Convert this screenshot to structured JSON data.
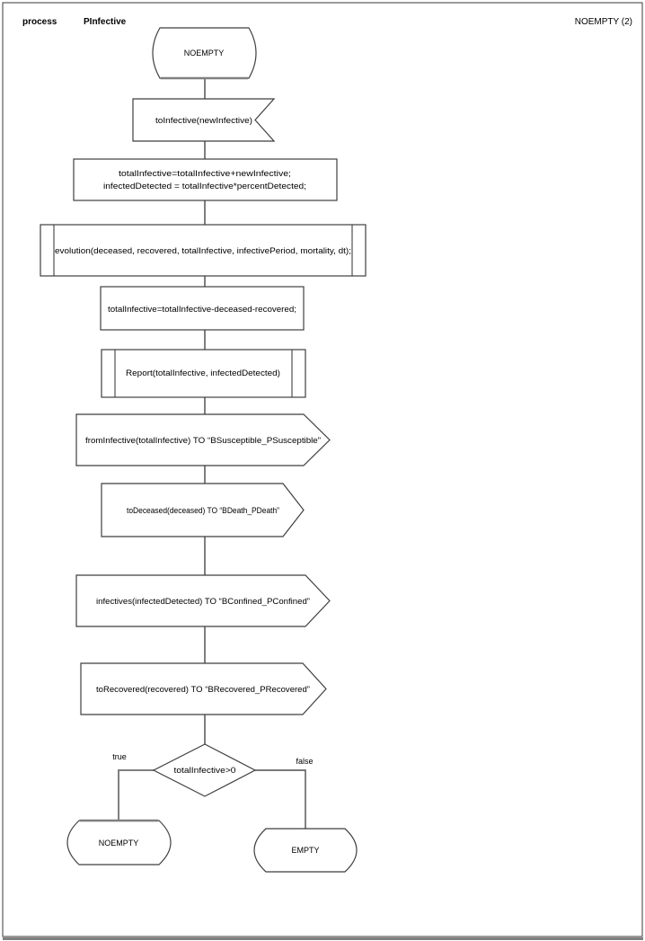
{
  "header": {
    "kind": "process",
    "process_name": "PInfective",
    "state_ref": "NOEMPTY (2)"
  },
  "nodes": {
    "start_state": "NOEMPTY",
    "receive_signal": "toInfective(newInfective)",
    "assign_line1": "totalInfective=totalInfective+newInfective;",
    "assign_line2": "infectedDetected = totalInfective*percentDetected;",
    "procedure_evolution": "evolution(deceased, recovered, totalInfective, infectivePeriod, mortality, dt);",
    "assign_update": "totalInfective=totalInfective-deceased-recovered;",
    "procedure_report": "Report(totalInfective, infectedDetected)",
    "send_from_infective": "fromInfective(totalInfective) TO “BSusceptible_PSusceptible”",
    "send_to_deceased": "toDeceased(deceased) TO “BDeath_PDeath”",
    "send_infectives": "infectives(infectedDetected) TO “BConfined_PConfined”",
    "send_to_recovered": "toRecovered(recovered) TO “BRecovered_PRecovered”",
    "decision": "totalInfective>0",
    "end_state_true": "NOEMPTY",
    "end_state_false": "EMPTY"
  },
  "branches": {
    "true_label": "true",
    "false_label": "false"
  },
  "colors": {
    "background": "#ffffff",
    "shape_stroke": "#3f3f3f",
    "connector": "#7f7f7f",
    "text": "#000000",
    "page_border": "#595959"
  }
}
